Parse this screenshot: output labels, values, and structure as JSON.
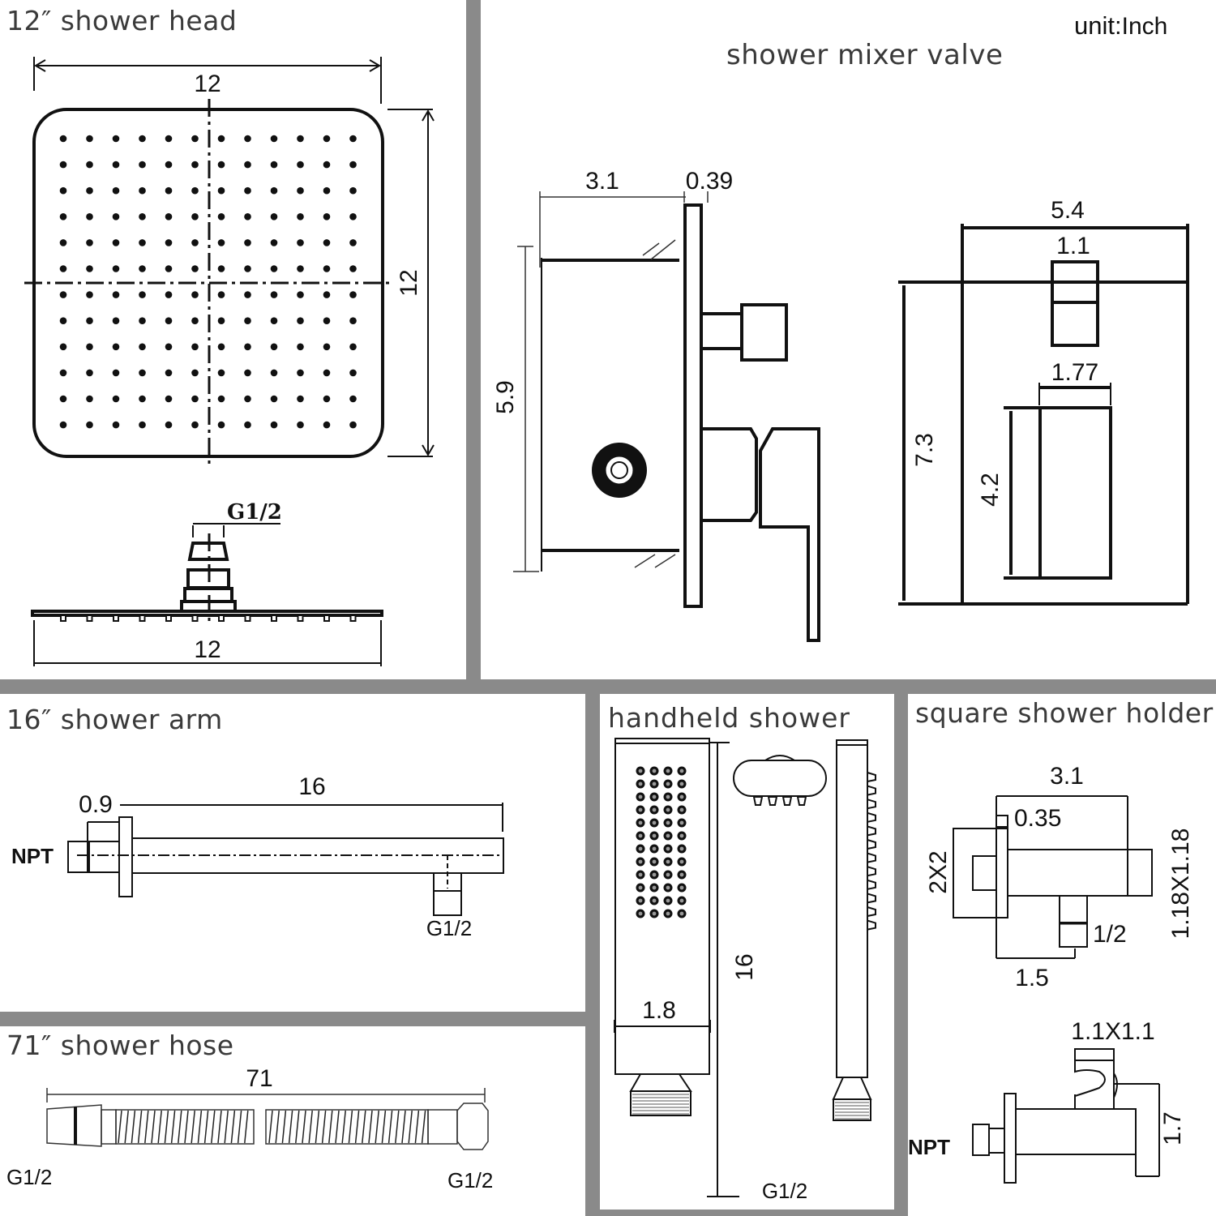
{
  "unit_label": "unit:",
  "unit_value": "Inch",
  "panels": {
    "shower_head": {
      "title": "12″  shower head",
      "width_dim": "12",
      "height_dim": "12",
      "side_width_dim": "12",
      "connection": "G1/2",
      "nozzle_rows": 12,
      "nozzle_cols": 12
    },
    "mixer_valve": {
      "title": "shower mixer valve",
      "depth_dim": "3.1",
      "plate_thickness_dim": "0.39",
      "body_height_dim": "5.9",
      "plate_width_dim": "5.4",
      "plate_height_dim": "7.3",
      "knob_width_dim": "1.1",
      "lever_width_dim": "1.77",
      "lever_height_dim": "4.2"
    },
    "shower_arm": {
      "title": "16″  shower arm",
      "length_dim": "16",
      "flange_dim": "0.9",
      "inlet_label": "NPT",
      "outlet_label": "G1/2"
    },
    "shower_hose": {
      "title": "71″  shower hose",
      "length_dim": "71",
      "left_connection": "G1/2",
      "right_connection": "G1/2"
    },
    "handheld_shower": {
      "title": "handheld shower",
      "length_dim": "16",
      "width_dim": "1.8",
      "connection": "G1/2",
      "nozzle_rows": 12,
      "nozzle_cols": 4
    },
    "shower_holder": {
      "title": "square shower holder",
      "length_dim": "3.1",
      "flange_dim": "0.35",
      "plate_dim": "2X2",
      "body_dim": "1.18X1.18",
      "outlet_offset_dim": "1.5",
      "outlet_label": "1/2",
      "bracket_dim": "1.1X1.1",
      "height_dim": "1.7",
      "inlet_label": "NPT"
    }
  }
}
